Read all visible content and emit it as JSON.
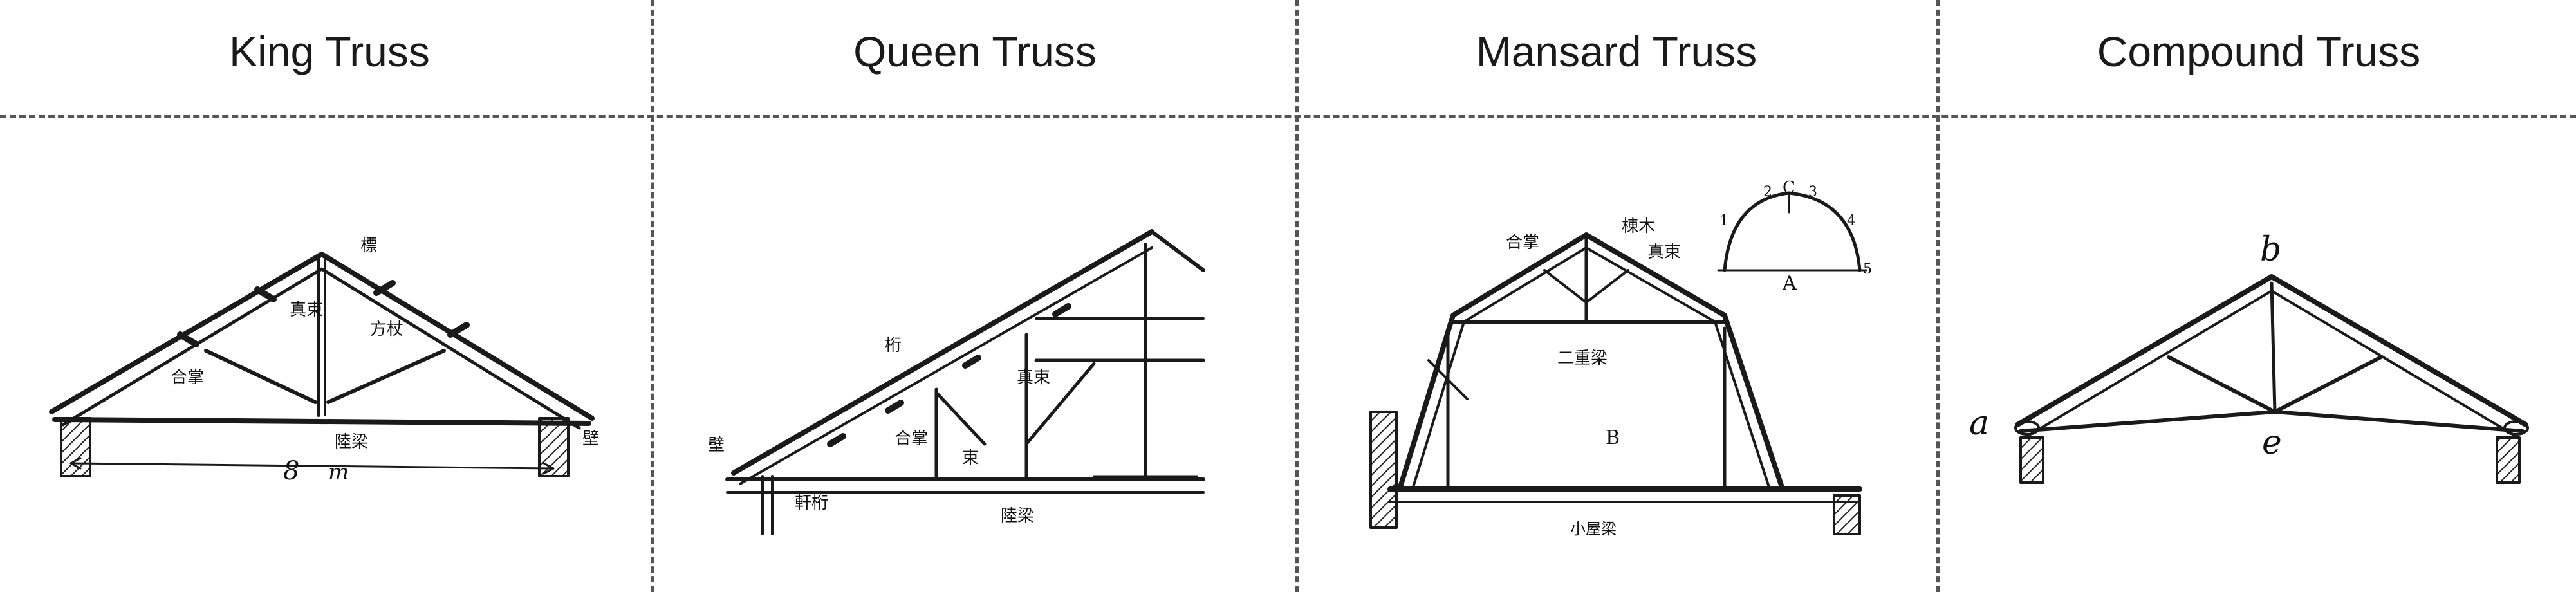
{
  "panels": [
    {
      "title": "King Truss",
      "notes": [
        "8",
        "m",
        "標",
        "壁",
        "陸梁",
        "合掌",
        "真束",
        "方杖"
      ]
    },
    {
      "title": "Queen Truss",
      "notes": [
        "桁",
        "合掌",
        "真束",
        "束",
        "陸梁",
        "軒桁",
        "壁"
      ]
    },
    {
      "title": "Mansard Truss",
      "notes": [
        "棟木",
        "真束",
        "合掌",
        "二重梁",
        "小屋梁",
        "A",
        "B",
        "C",
        "1",
        "2",
        "3",
        "4",
        "5"
      ]
    },
    {
      "title": "Compound Truss",
      "notes": [
        "a",
        "b",
        "e"
      ]
    }
  ]
}
